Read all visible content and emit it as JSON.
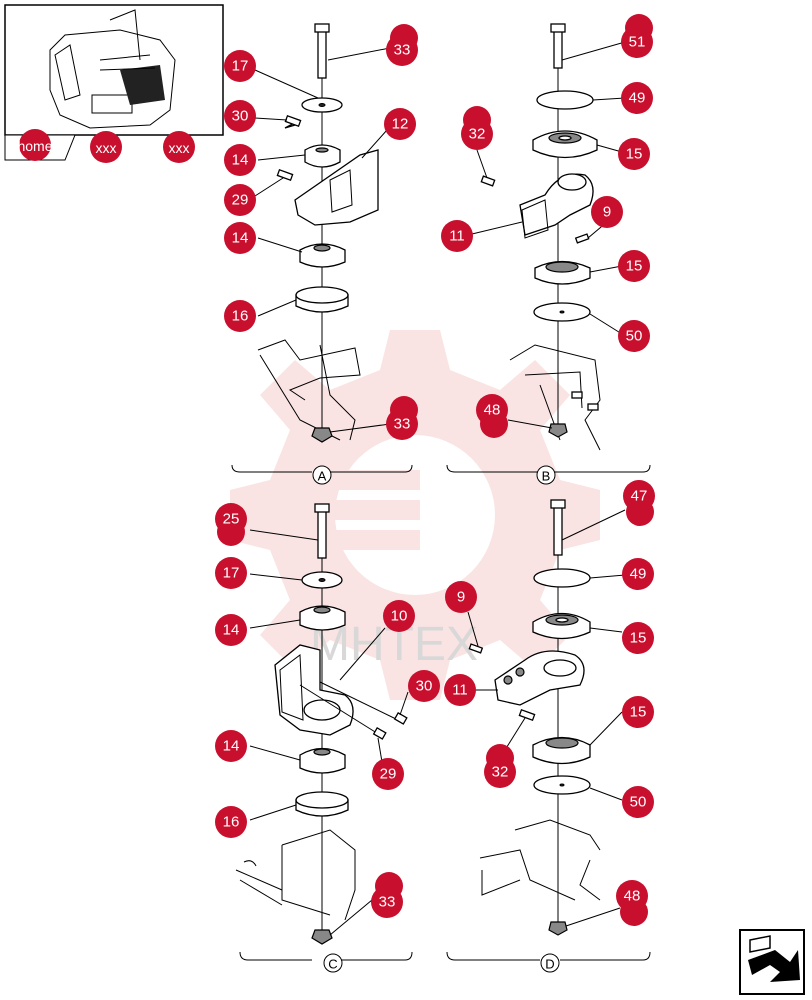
{
  "nav": {
    "home_label": "home",
    "btn2_label": "xxx",
    "btn3_label": "xxx"
  },
  "watermark": "MHTEX",
  "sections": {
    "a": "A",
    "b": "B",
    "c": "C",
    "d": "D"
  },
  "callouts": {
    "a_17": "17",
    "a_33_top": "33",
    "a_30": "30",
    "a_12": "12",
    "a_14_top": "14",
    "a_29": "29",
    "a_14_bot": "14",
    "a_16": "16",
    "a_33_bot": "33",
    "b_51": "51",
    "b_49": "49",
    "b_32": "32",
    "b_15_top": "15",
    "b_9": "9",
    "b_11": "11",
    "b_15_bot": "15",
    "b_50": "50",
    "b_48": "48",
    "c_25": "25",
    "c_17": "17",
    "c_14_top": "14",
    "c_10": "10",
    "c_30": "30",
    "c_14_bot": "14",
    "c_29": "29",
    "c_16": "16",
    "c_33": "33",
    "d_47": "47",
    "d_49": "49",
    "d_9": "9",
    "d_15_top": "15",
    "d_11": "11",
    "d_15_mid": "15",
    "d_32": "32",
    "d_50": "50",
    "d_48": "48"
  },
  "colors": {
    "callout": "#c8102e",
    "watermark": "#f5c8c8"
  },
  "icons": {
    "return": "return-arrow-icon"
  }
}
